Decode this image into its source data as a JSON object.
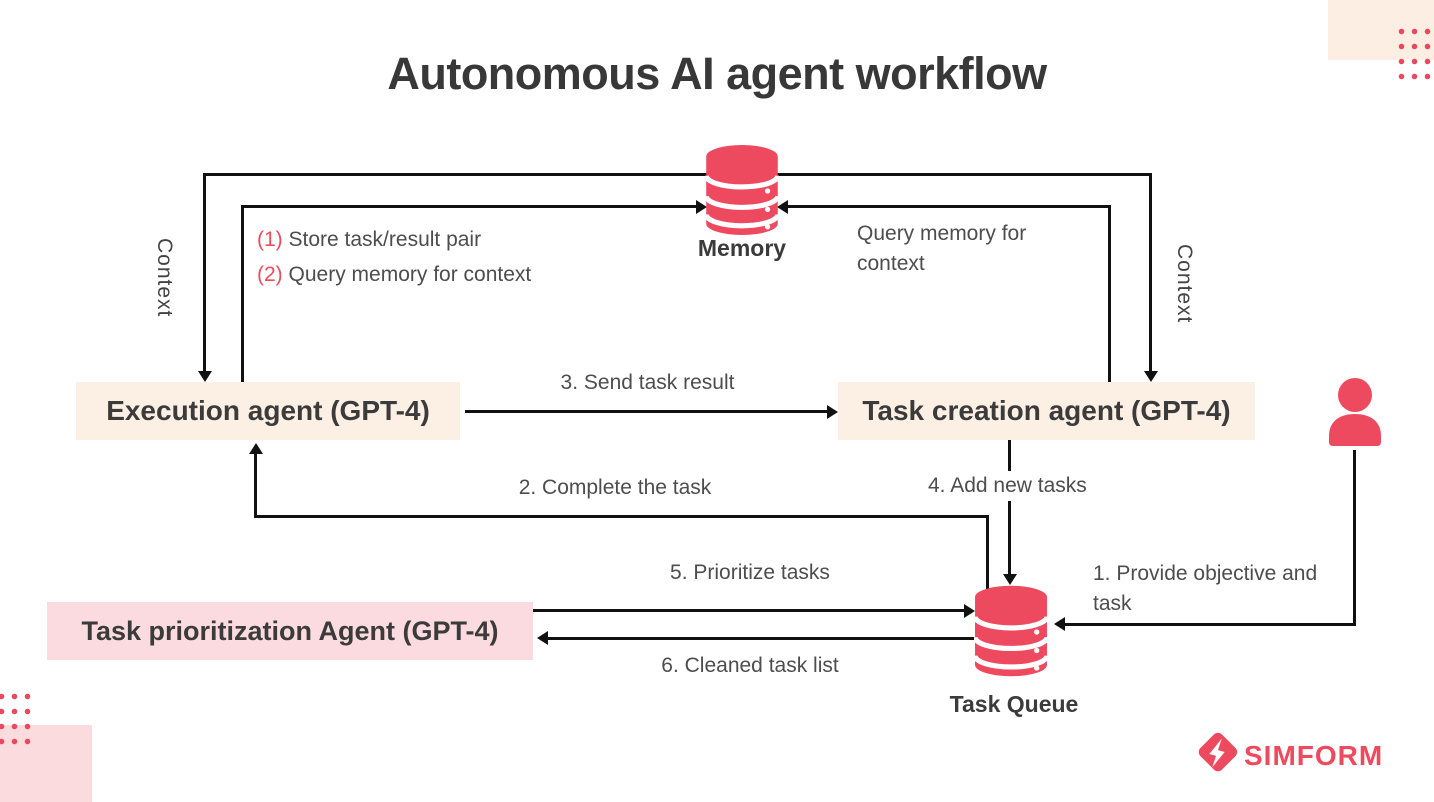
{
  "title": "Autonomous AI agent workflow",
  "nodes": {
    "memory": "Memory",
    "task_queue": "Task Queue",
    "execution_agent": "Execution agent (GPT-4)",
    "task_creation_agent": "Task creation agent (GPT-4)",
    "task_prioritization_agent": "Task prioritization Agent (GPT-4)"
  },
  "labels": {
    "context_left": "Context",
    "context_right": "Context",
    "store_num": "(1)",
    "store_text": "Store task/result pair",
    "query_num": "(2)",
    "query_text": "Query memory for context",
    "query_memory_right": "Query memory for context",
    "send_task_result": "3. Send task result",
    "complete_task": "2. Complete the task",
    "add_new_tasks": "4. Add new tasks",
    "prioritize_tasks": "5. Prioritize tasks",
    "cleaned_task_list": "6. Cleaned task list",
    "provide_objective": "1. Provide objective and task"
  },
  "icons": {
    "memory": "database-icon",
    "task_queue": "database-icon",
    "user": "person-icon",
    "logo_mark": "simform-logo-mark"
  },
  "logo": {
    "text": "SIMFORM"
  },
  "colors": {
    "accent_red": "#EE4A5F",
    "peach_box": "#FCEFE3",
    "pink_box": "#FBDBDF",
    "peach_corner": "#FCEEE2",
    "pink_corner": "#FBDBDE",
    "line_black": "#111111",
    "text_dark": "#3B3B3B",
    "text_gray": "#4D4D4D"
  }
}
